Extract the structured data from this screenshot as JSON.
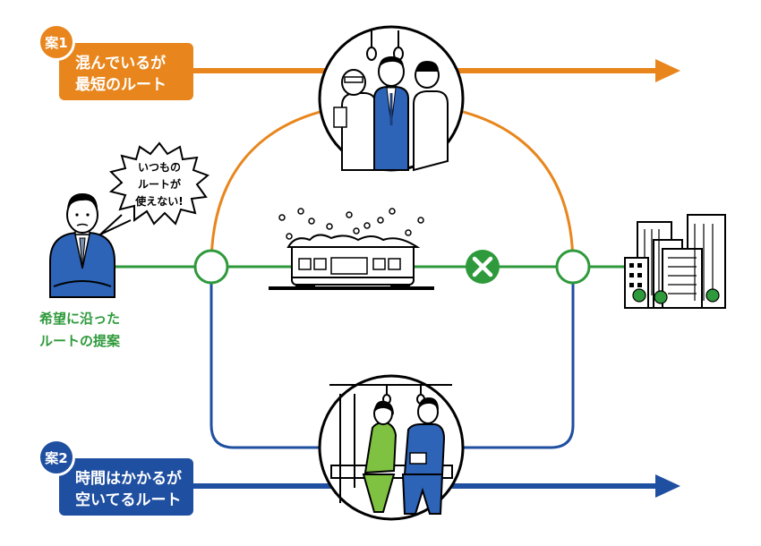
{
  "plan1": {
    "badge": "案1",
    "text": "混んでいるが\n最短のルート",
    "color": "#e8861d"
  },
  "plan2": {
    "badge": "案2",
    "text": "時間はかかるが\n空いてるルート",
    "color": "#1f4fa0"
  },
  "speech_bubble": "いつもの\nルートが\n使えない!",
  "proposal_label": "希望に沿った\nルートの提案",
  "colors": {
    "green": "#2e9a3b",
    "orange": "#e8861d",
    "blue": "#1f4fa0",
    "blocked": "#2e9a3b"
  },
  "icons": {
    "commuter": "businessman-icon",
    "train": "snowy-train-icon",
    "blocked": "blocked-x-icon",
    "destination": "city-buildings-icon",
    "crowded": "crowded-train-icon",
    "empty": "empty-train-icon"
  }
}
